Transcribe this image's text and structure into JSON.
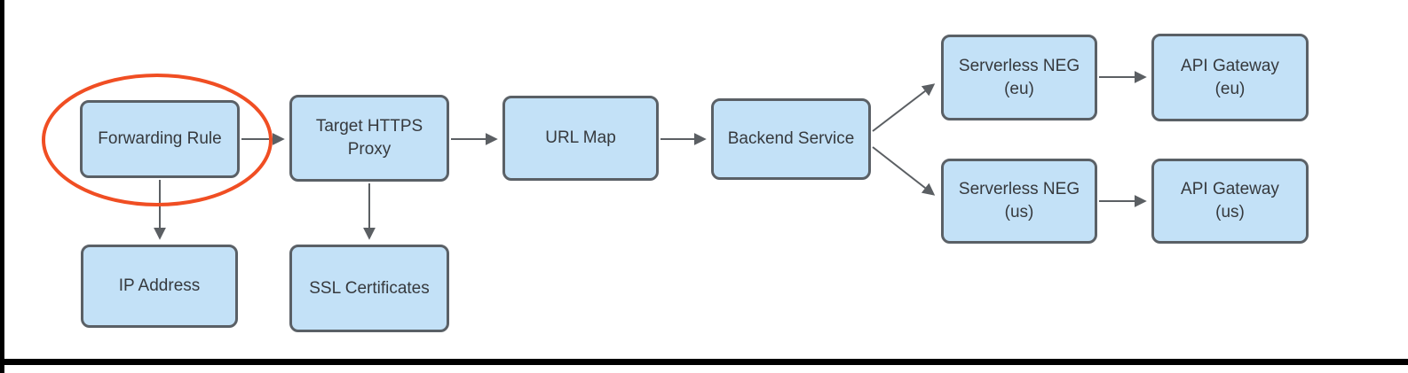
{
  "diagram": {
    "nodes": {
      "forwarding_rule": {
        "label": "Forwarding Rule"
      },
      "target_https_proxy": {
        "label": "Target HTTPS\nProxy"
      },
      "url_map": {
        "label": "URL Map"
      },
      "backend_service": {
        "label": "Backend Service"
      },
      "serverless_neg_eu": {
        "label": "Serverless NEG\n(eu)"
      },
      "api_gateway_eu": {
        "label": "API Gateway\n(eu)"
      },
      "serverless_neg_us": {
        "label": "Serverless NEG\n(us)"
      },
      "api_gateway_us": {
        "label": "API Gateway\n(us)"
      },
      "ip_address": {
        "label": "IP Address"
      },
      "ssl_certificates": {
        "label": "SSL Certificates"
      }
    },
    "edges": [
      {
        "from": "forwarding_rule",
        "to": "target_https_proxy"
      },
      {
        "from": "target_https_proxy",
        "to": "url_map"
      },
      {
        "from": "url_map",
        "to": "backend_service"
      },
      {
        "from": "backend_service",
        "to": "serverless_neg_eu"
      },
      {
        "from": "backend_service",
        "to": "serverless_neg_us"
      },
      {
        "from": "serverless_neg_eu",
        "to": "api_gateway_eu"
      },
      {
        "from": "serverless_neg_us",
        "to": "api_gateway_us"
      },
      {
        "from": "forwarding_rule",
        "to": "ip_address"
      },
      {
        "from": "target_https_proxy",
        "to": "ssl_certificates"
      }
    ],
    "annotations": [
      {
        "type": "ellipse-highlight",
        "target": "forwarding_rule",
        "color": "#f04e23"
      }
    ],
    "colors": {
      "node_fill": "#c3e1f7",
      "node_border": "#5a6066",
      "arrow": "#5b5f63",
      "highlight": "#f04e23"
    }
  }
}
